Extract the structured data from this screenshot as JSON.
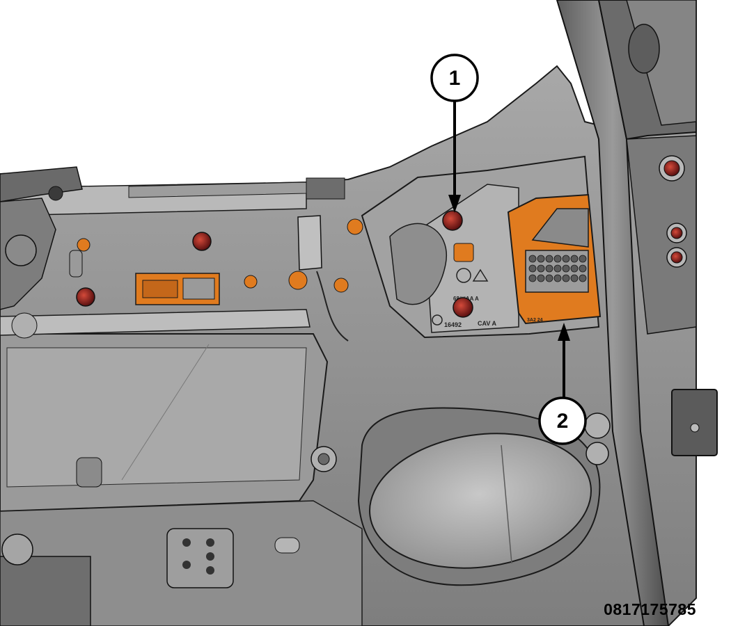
{
  "figure_id": "0817175785",
  "callouts": [
    {
      "label": "1",
      "target": "door-module-fastener"
    },
    {
      "label": "2",
      "target": "wiring-connector"
    }
  ],
  "stamps": {
    "part_code": "16492",
    "cav_label": "CAV A",
    "cavity_code": "68##AA A",
    "small_code": "3A2 24"
  },
  "colors": {
    "panel_gray": "#8c8c8c",
    "panel_light": "#b4b4b4",
    "panel_dark": "#5a5a5a",
    "highlight_orange": "#e07b1f",
    "fastener_red": "#8a1d1d",
    "outline": "#1a1a1a"
  }
}
